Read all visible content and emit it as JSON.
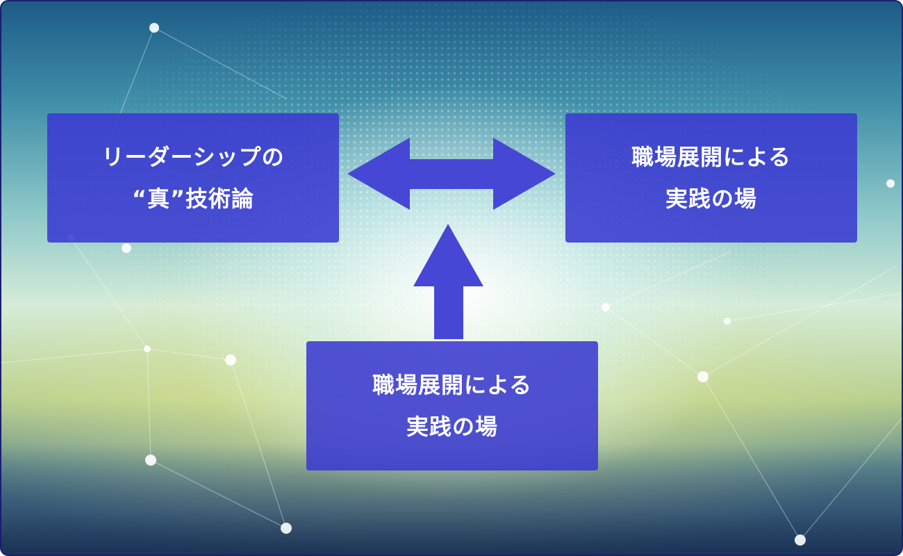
{
  "boxes": {
    "left": {
      "line1": "リーダーシップの",
      "line2": "“真”技術論"
    },
    "right": {
      "line1": "職場展開による",
      "line2": "実践の場"
    },
    "bottom": {
      "line1": "職場展開による",
      "line2": "実践の場"
    }
  },
  "colors": {
    "box": "#3a3ad0",
    "arrow": "#4747d6",
    "border": "#1a1f6e"
  }
}
